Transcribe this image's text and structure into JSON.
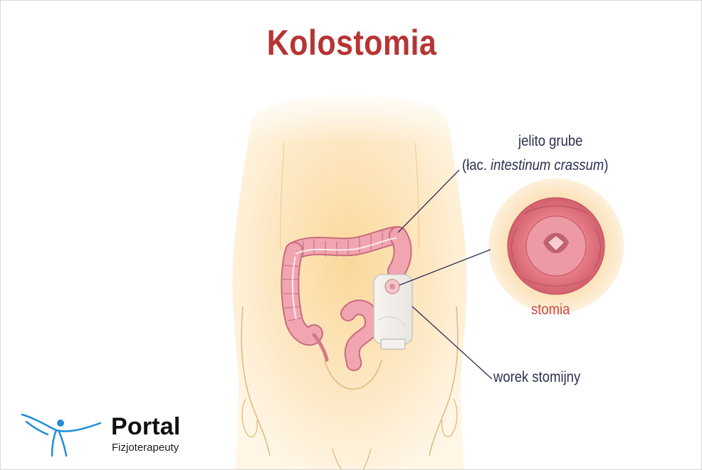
{
  "title": "Kolostomia",
  "labels": {
    "jelito_line1": "jelito grube",
    "jelito_line2_prefix": "(łac. ",
    "jelito_line2_italic": "intestinum crassum",
    "jelito_line2_suffix": ")",
    "stomia": "stomia",
    "worek": "worek stomijny"
  },
  "logo": {
    "name": "Portal",
    "subtitle": "Fizjoterapeuty"
  },
  "colors": {
    "title": "#b73434",
    "label_text": "#2a2f4e",
    "stomia_label": "#c84c4c",
    "intestine": "#f0a2ae",
    "body_skin": "#fbe3b7",
    "logo_blue": "#1e8fd8"
  }
}
